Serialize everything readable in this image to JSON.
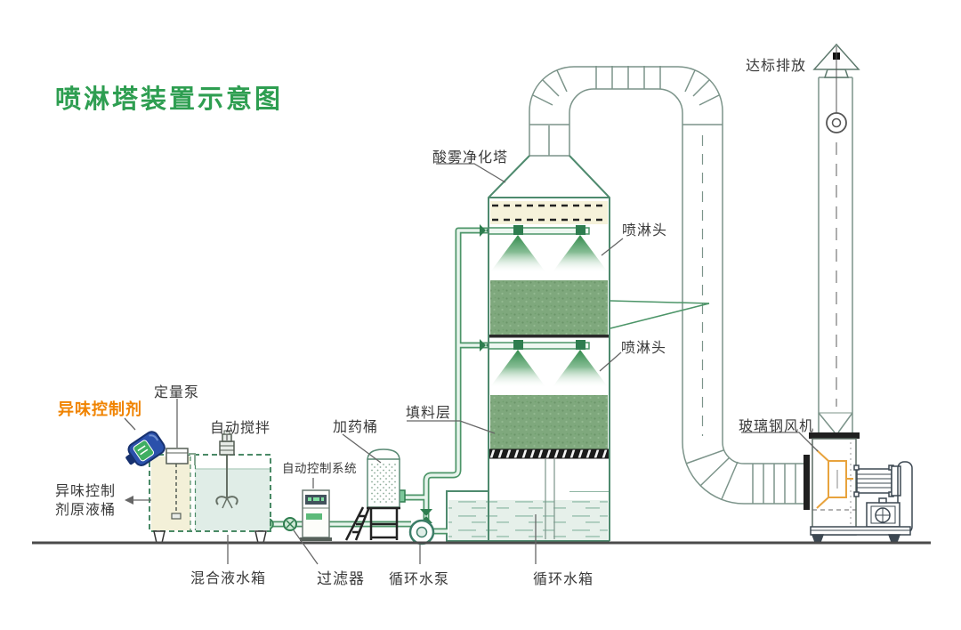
{
  "title": "喷淋塔装置示意图",
  "labels": {
    "tower": "酸雾净化塔",
    "spray_head_1": "喷淋头",
    "spray_head_2": "喷淋头",
    "emission": "达标排放",
    "packing_layer": "填料层",
    "fan": "玻璃钢风机",
    "metering_pump": "定量泵",
    "odor_agent": "异味控制剂",
    "auto_stir": "自动搅拌",
    "dosing_barrel": "加药桶",
    "control_system": "自动控制系统",
    "agent_barrel_line1": "异味控制",
    "agent_barrel_line2": "剂原液桶",
    "mixing_tank": "混合液水箱",
    "filter": "过滤器",
    "circulating_pump": "循环水泵",
    "circulating_tank": "循环水箱"
  },
  "colors": {
    "title_green": "#2e9e51",
    "label_orange": "#f08300",
    "pipe_green": "#4c9568",
    "valve_green": "#2e7d4f",
    "tower_wall": "#4e8a6e",
    "packing_green": "#7fa87d",
    "demister_cream": "#f6f2da",
    "water_fill": "#e6f0ea",
    "duct_line": "#7c948a",
    "fan_inlet_orange": "#e8a33d",
    "jug_blue": "#2b51ab",
    "jug_label_green": "#3fae62",
    "ground": "#4a4a4a"
  }
}
